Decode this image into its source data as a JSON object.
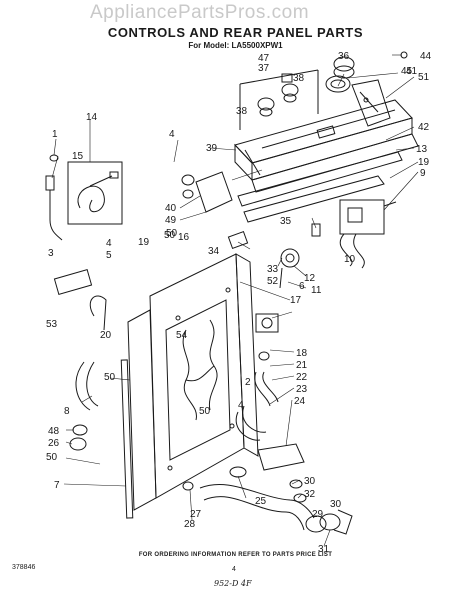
{
  "watermark": "AppliancePartsPros.com",
  "title": "CONTROLS AND REAR PANEL PARTS",
  "model_line": "For Model: LA5500XPW1",
  "footer": "FOR ORDERING INFORMATION REFER TO PARTS PRICE LIST",
  "document_number": "378846",
  "page_number": "4",
  "handwritten_note": "952-D 4F",
  "callouts": [
    "1",
    "2",
    "3",
    "4",
    "4",
    "4",
    "5",
    "6",
    "7",
    "8",
    "9",
    "10",
    "11",
    "12",
    "13",
    "14",
    "15",
    "16",
    "17",
    "18",
    "19",
    "19",
    "20",
    "21",
    "22",
    "23",
    "24",
    "25",
    "26",
    "27",
    "28",
    "29",
    "30",
    "30",
    "31",
    "32",
    "33",
    "34",
    "35",
    "36",
    "37",
    "38",
    "38",
    "39",
    "40",
    "41",
    "42",
    "44",
    "45",
    "47",
    "48",
    "49",
    "50",
    "50",
    "50",
    "50",
    "50",
    "51",
    "52",
    "53",
    "54"
  ]
}
